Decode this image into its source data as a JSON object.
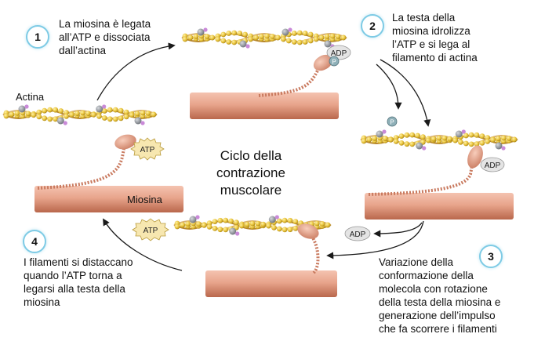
{
  "title": "Ciclo della contrazione\nmuscolare",
  "labels": {
    "actina": "Actina",
    "miosina": "Miosina",
    "atp": "ATP",
    "adp": "ADP",
    "p": "P"
  },
  "steps": [
    {
      "number": "1",
      "text": "La miosina è legata\nall’ATP e dissociata\ndall’actina"
    },
    {
      "number": "2",
      "text": "La testa della\nmiosina idrolizza\nl’ATP e si lega al\nfilamento di actina"
    },
    {
      "number": "3",
      "text": "Variazione della\nconformazione della\nmolecola con rotazione\ndella testa della miosina e\ngenerazione dell’impulso\nche fa scorrere i filamenti"
    },
    {
      "number": "4",
      "text": "I filamenti si distaccano\nquando l’ATP torna a\nlegarsi alla testa della\nmiosina"
    }
  ],
  "colors": {
    "myosin_fill": "#e8a58c",
    "myosin_dark": "#c97a5f",
    "actin_bead": "#e8c23a",
    "actin_strand": "#b8862e",
    "tropo_gray": "#8a8f96",
    "tropo_pink": "#c98ad8",
    "step_ring": "#7ecbe5",
    "arrow": "#1a1a1a"
  }
}
